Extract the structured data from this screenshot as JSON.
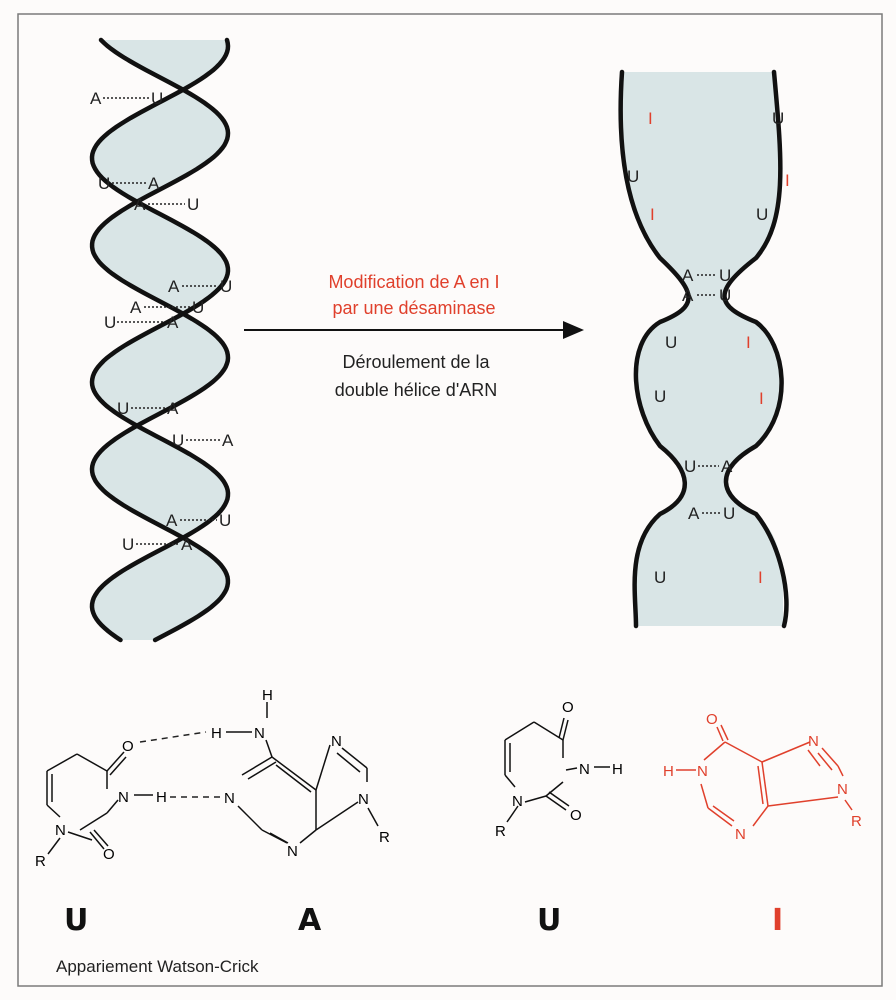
{
  "colors": {
    "background": "#fdfbfa",
    "frame": "#7b7b7b",
    "strand": "#111111",
    "fill": "#d9e5e6",
    "accent": "#e0402c",
    "text": "#222222"
  },
  "arrow": {
    "line1": "Modification de A en I",
    "line2": "par une désaminase",
    "line3": "Déroulement de la",
    "line4": "double hélice d'ARN"
  },
  "helix_pairs": [
    {
      "left": "A",
      "right": "U"
    },
    {
      "left": "U",
      "right": "A"
    },
    {
      "left": "A",
      "right": "U"
    },
    {
      "left": "A",
      "right": "U"
    },
    {
      "left": "A",
      "right": "U"
    },
    {
      "left": "U",
      "right": "A"
    },
    {
      "left": "U",
      "right": "A"
    },
    {
      "left": "U",
      "right": "A"
    },
    {
      "left": "A",
      "right": "U"
    },
    {
      "left": "U",
      "right": "A"
    }
  ],
  "unwound": {
    "bubble_top": [
      {
        "left": "I",
        "right": "U"
      },
      {
        "left": "U",
        "right": "I"
      },
      {
        "left": "I",
        "right": "U"
      }
    ],
    "waist1_pairs": [
      {
        "left": "A",
        "right": "U"
      },
      {
        "left": "A",
        "right": "U"
      }
    ],
    "bubble_mid": [
      {
        "left": "U",
        "right": "I"
      },
      {
        "left": "U",
        "right": "I"
      }
    ],
    "waist2_pairs": [
      {
        "left": "U",
        "right": "A"
      },
      {
        "left": "A",
        "right": "U"
      }
    ],
    "bubble_bottom": [
      {
        "left": "U",
        "right": "I"
      }
    ]
  },
  "structures": {
    "u_left": {
      "atoms": {
        "o1": "O",
        "o2": "O",
        "n3": "N",
        "n1": "N",
        "h": "H",
        "r": "R"
      },
      "label": "U"
    },
    "adenine": {
      "atoms": {
        "h_top": "H",
        "h_nh": "H",
        "n_amino": "N",
        "n1": "N",
        "n3": "N",
        "n7": "N",
        "n9": "N",
        "r": "R"
      },
      "label": "A"
    },
    "u_right": {
      "atoms": {
        "o1": "O",
        "o2": "O",
        "n3": "N",
        "h": "H",
        "n1": "N",
        "r": "R"
      },
      "label": "U"
    },
    "inosine": {
      "atoms": {
        "o": "O",
        "h": "H",
        "n1": "N",
        "n3": "N",
        "n7": "N",
        "n9": "N",
        "r": "R"
      },
      "label": "I"
    },
    "caption": "Appariement Watson-Crick"
  }
}
